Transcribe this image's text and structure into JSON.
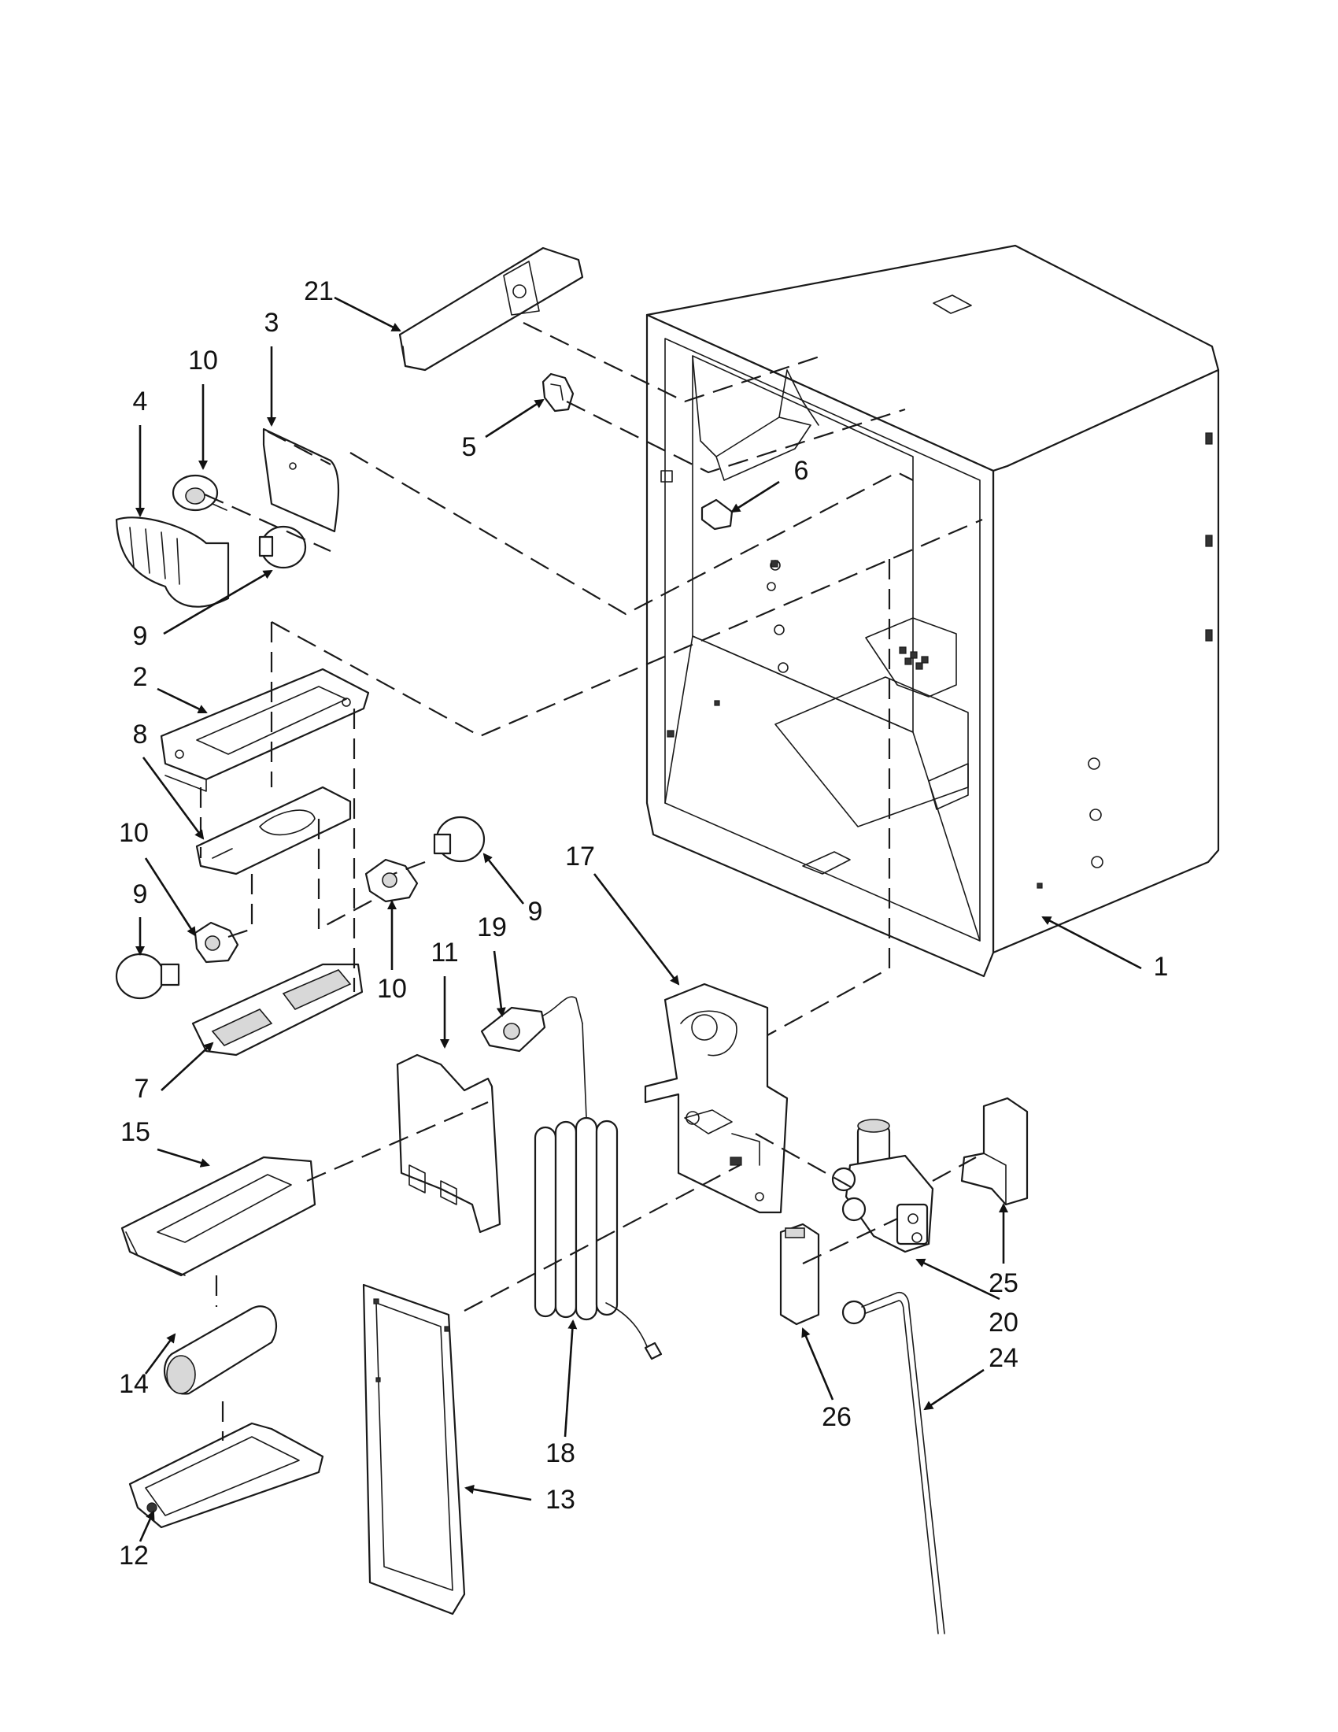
{
  "callouts": [
    {
      "id": "21",
      "label": "21"
    },
    {
      "id": "3",
      "label": "3"
    },
    {
      "id": "10a",
      "label": "10"
    },
    {
      "id": "4",
      "label": "4"
    },
    {
      "id": "5",
      "label": "5"
    },
    {
      "id": "6",
      "label": "6"
    },
    {
      "id": "9a",
      "label": "9"
    },
    {
      "id": "2",
      "label": "2"
    },
    {
      "id": "8",
      "label": "8"
    },
    {
      "id": "10b",
      "label": "10"
    },
    {
      "id": "9b",
      "label": "9"
    },
    {
      "id": "9c",
      "label": "9"
    },
    {
      "id": "10c",
      "label": "10"
    },
    {
      "id": "17",
      "label": "17"
    },
    {
      "id": "19",
      "label": "19"
    },
    {
      "id": "11",
      "label": "11"
    },
    {
      "id": "1",
      "label": "1"
    },
    {
      "id": "7",
      "label": "7"
    },
    {
      "id": "15",
      "label": "15"
    },
    {
      "id": "25",
      "label": "25"
    },
    {
      "id": "20",
      "label": "20"
    },
    {
      "id": "24",
      "label": "24"
    },
    {
      "id": "14",
      "label": "14"
    },
    {
      "id": "26",
      "label": "26"
    },
    {
      "id": "18",
      "label": "18"
    },
    {
      "id": "13",
      "label": "13"
    },
    {
      "id": "12",
      "label": "12"
    }
  ]
}
